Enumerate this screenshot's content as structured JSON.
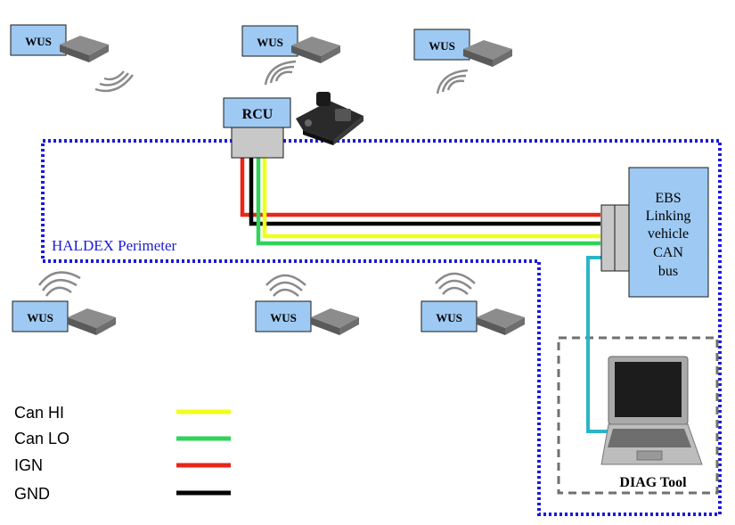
{
  "wus_label": "WUS",
  "rcu_label": "RCU",
  "ebs_lines": [
    "EBS",
    "Linking",
    "vehicle",
    "CAN",
    "bus"
  ],
  "perimeter_label": "HALDEX Perimeter",
  "diag_label": "DIAG Tool",
  "legend": [
    {
      "label": "Can HI",
      "color": "#f0ff1a"
    },
    {
      "label": "Can LO",
      "color": "#2fd35a"
    },
    {
      "label": "IGN",
      "color": "#e8261a"
    },
    {
      "label": "GND",
      "color": "#000000"
    }
  ],
  "colors": {
    "box_fill": "#9ec9f2",
    "box_stroke": "#1a1a1a",
    "perimeter": "#1a1adb",
    "diag_border": "#707070",
    "connector": "#c8c8c8",
    "diag_cable": "#2bb4c8",
    "signal_icon": "#8a8a8a"
  }
}
